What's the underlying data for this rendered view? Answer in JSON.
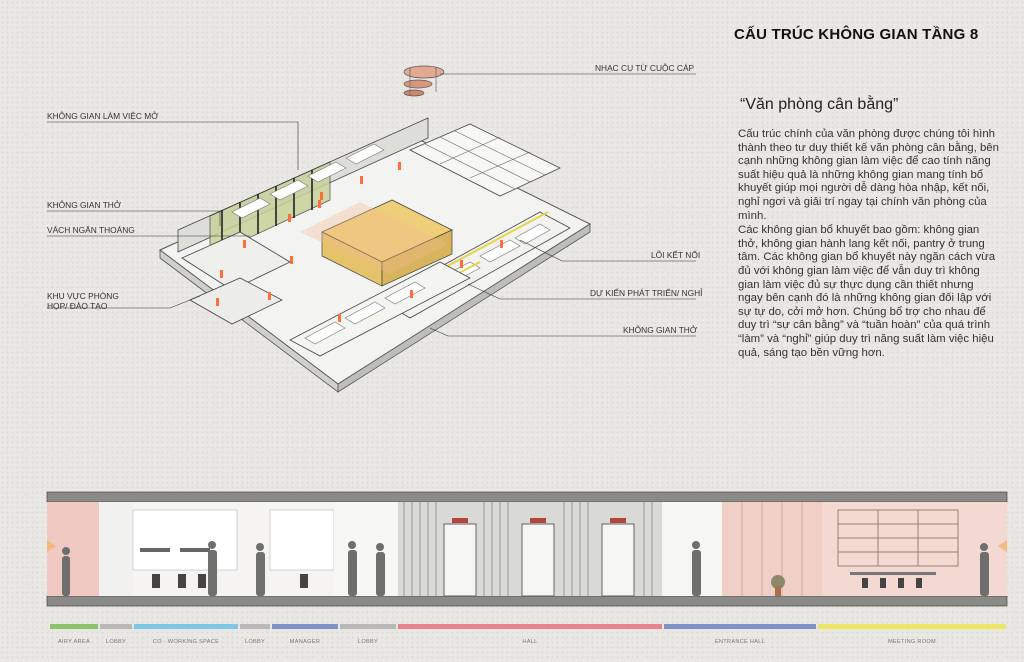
{
  "title": "CẤU TRÚC KHÔNG GIAN TẦNG 8",
  "subtitle": "“Văn phòng cân bằng”",
  "paragraphs": [
    "Cấu trúc chính của văn phòng được chúng tôi hình thành theo tư duy thiết kế văn phòng cân bằng, bên cạnh những không gian làm việc để cao tính năng suất hiệu quả là những không gian mang tính bổ khuyết giúp mọi người dễ dàng hòa nhập, kết nối, nghỉ ngơi và giải trí ngay tại chính văn phòng của mình.",
    "Các không gian bổ khuyết bao gồm: không gian thở, không gian hành lang kết nối, pantry ở trung tâm. Các không gian bổ khuyết này ngăn cách vừa đủ với không gian làm việc để vẫn duy trì không gian làm việc đủ sự thực dụng cần thiết nhưng ngay bên cạnh đó là những không gian đối lập với sự tự do, cởi mở hơn. Chúng bổ trợ cho nhau để duy trì “sự cân bằng” và “tuần hoàn” của quá trình “làm” và “nghỉ” giúp duy trì năng suất làm việc hiệu quả, sáng tạo bền vững hơn."
  ],
  "callouts": {
    "open_work": "KHÔNG GIAN LÀM VIỆC MỞ",
    "breathing_left": "KHÔNG GIAN THỞ",
    "partition": "VÁCH NGĂN THOÁNG",
    "meeting_a": "KHU VỰC PHÒNG",
    "meeting_b": "HỌP/ ĐÀO TẠO",
    "instrument": "NHẠC CỤ TỪ CUỘC CÁP",
    "core": "LÕI KẾT NỐI",
    "future": "DỰ KIẾN  PHÁT TRIỂN/ NGHỈ",
    "breathing_right": "KHÔNG GIAN THỞ"
  },
  "zones": [
    {
      "label": "AIRY AREA",
      "color": "#8dc46b"
    },
    {
      "label": "LOBBY",
      "color": "#b9b9b9"
    },
    {
      "label": "CO - WORKING SPACE",
      "color": "#7fc7e6"
    },
    {
      "label": "LOBBY",
      "color": "#b9b9b9"
    },
    {
      "label": "MANAGER",
      "color": "#7f93c9"
    },
    {
      "label": "LOBBY",
      "color": "#b9b9b9"
    },
    {
      "label": "HALL",
      "color": "#e9848c"
    },
    {
      "label": "ENTRANCE HALL",
      "color": "#7f93c9"
    },
    {
      "label": "MEETING ROOM",
      "color": "#efe666"
    }
  ],
  "colors": {
    "pink": "#efc9c2",
    "pantry": "#efce7a",
    "accent_orange": "#ff6f3c",
    "green_glass": "#c8d19a"
  }
}
